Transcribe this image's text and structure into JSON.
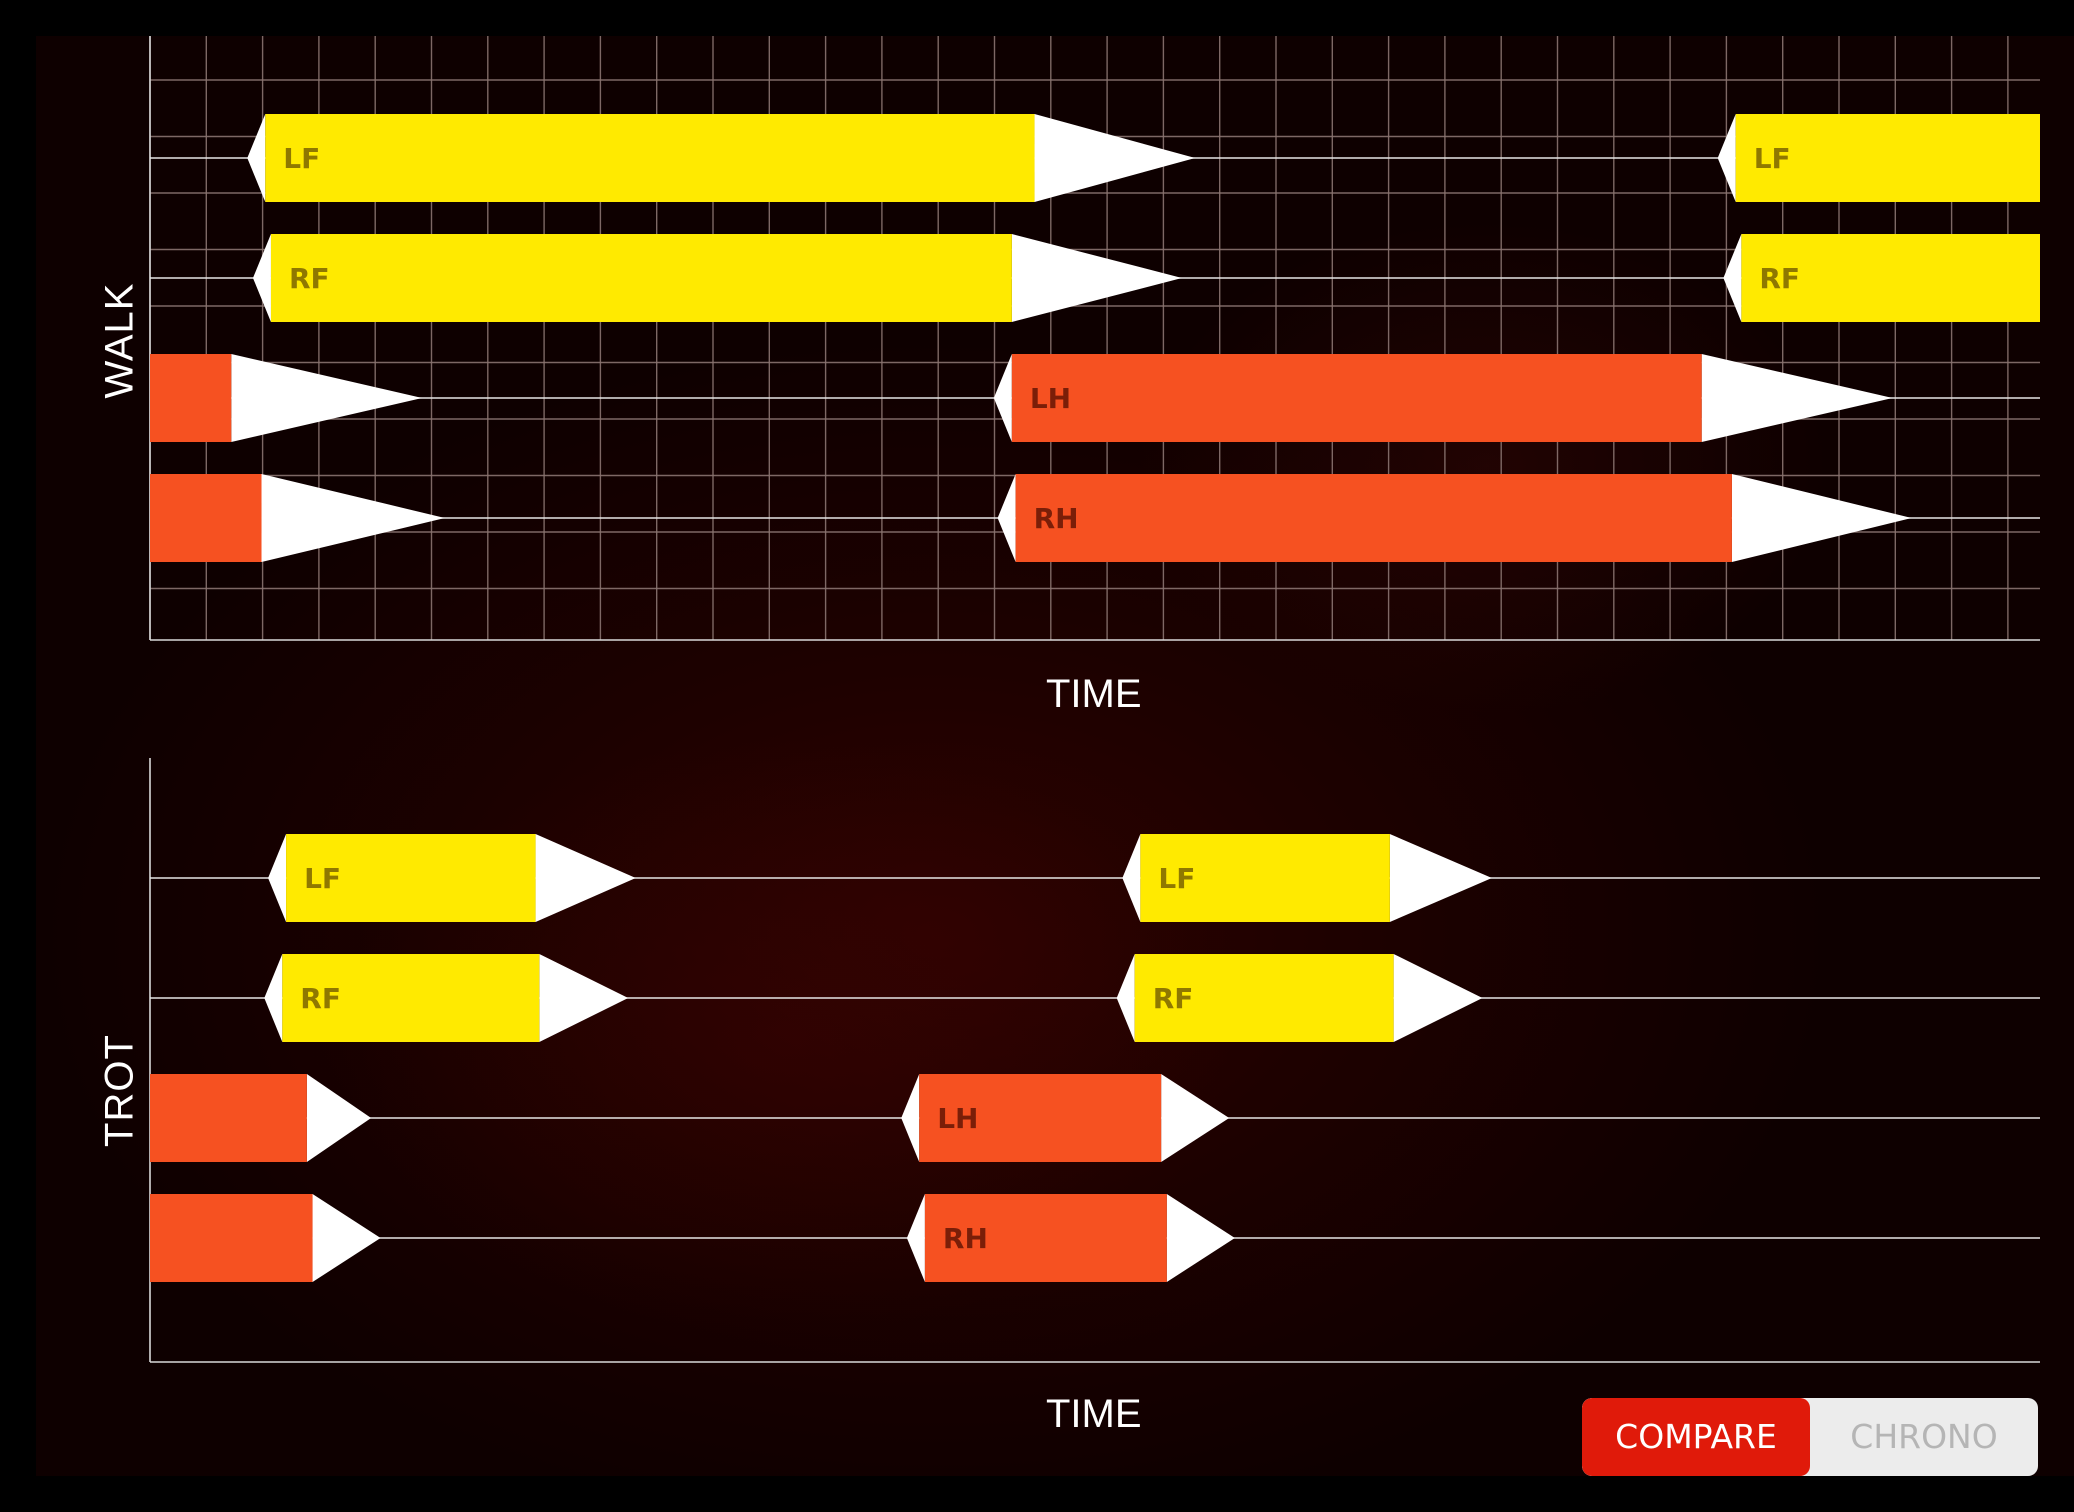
{
  "toggle": {
    "compare_label": "COMPARE",
    "chrono_label": "CHRONO",
    "selected": "COMPARE",
    "active_color": "#e01a0a"
  },
  "colors": {
    "front": "#ffea00",
    "hind": "#f65121",
    "front_label": "#8f7800",
    "hind_label": "#7a1e08",
    "tip": "#ffffff"
  },
  "chart_data": [
    {
      "type": "gantt",
      "gait_label": "WALK",
      "xlabel": "TIME",
      "grid": true,
      "xlim": [
        0,
        100
      ],
      "rows": [
        {
          "limb": "LF",
          "segments": [
            {
              "start": 6.1,
              "end": 46.8,
              "tip_end": 55.3,
              "label": "LF"
            },
            {
              "start": 83.9,
              "end": 100,
              "label": "LF"
            }
          ]
        },
        {
          "limb": "RF",
          "segments": [
            {
              "start": 6.4,
              "end": 45.6,
              "tip_end": 54.6,
              "label": "RF"
            },
            {
              "start": 84.2,
              "end": 100,
              "label": "RF"
            }
          ]
        },
        {
          "limb": "LH",
          "segments": [
            {
              "start": 0,
              "end": 4.3,
              "tip_end": 14.4,
              "label": ""
            },
            {
              "start": 45.6,
              "end": 82.1,
              "tip_end": 92.2,
              "label": "LH"
            }
          ]
        },
        {
          "limb": "RH",
          "segments": [
            {
              "start": 0,
              "end": 5.9,
              "tip_end": 15.6,
              "label": ""
            },
            {
              "start": 45.8,
              "end": 83.7,
              "tip_end": 93.2,
              "label": "RH"
            }
          ]
        }
      ]
    },
    {
      "type": "gantt",
      "gait_label": "TROT",
      "xlabel": "TIME",
      "grid": false,
      "xlim": [
        0,
        100
      ],
      "rows": [
        {
          "limb": "LF",
          "segments": [
            {
              "start": 7.2,
              "end": 20.4,
              "tip_end": 25.7,
              "label": "LF"
            },
            {
              "start": 52.4,
              "end": 65.6,
              "tip_end": 71.0,
              "label": "LF"
            }
          ]
        },
        {
          "limb": "RF",
          "segments": [
            {
              "start": 7.0,
              "end": 20.6,
              "tip_end": 25.3,
              "label": "RF"
            },
            {
              "start": 52.1,
              "end": 65.8,
              "tip_end": 70.5,
              "label": "RF"
            }
          ]
        },
        {
          "limb": "LH",
          "segments": [
            {
              "start": 0,
              "end": 8.3,
              "tip_end": 11.7,
              "label": ""
            },
            {
              "start": 40.7,
              "end": 53.5,
              "tip_end": 57.1,
              "label": "LH"
            }
          ]
        },
        {
          "limb": "RH",
          "segments": [
            {
              "start": 0,
              "end": 8.6,
              "tip_end": 12.2,
              "label": ""
            },
            {
              "start": 41.0,
              "end": 53.8,
              "tip_end": 57.4,
              "label": "RH"
            }
          ]
        }
      ]
    }
  ]
}
